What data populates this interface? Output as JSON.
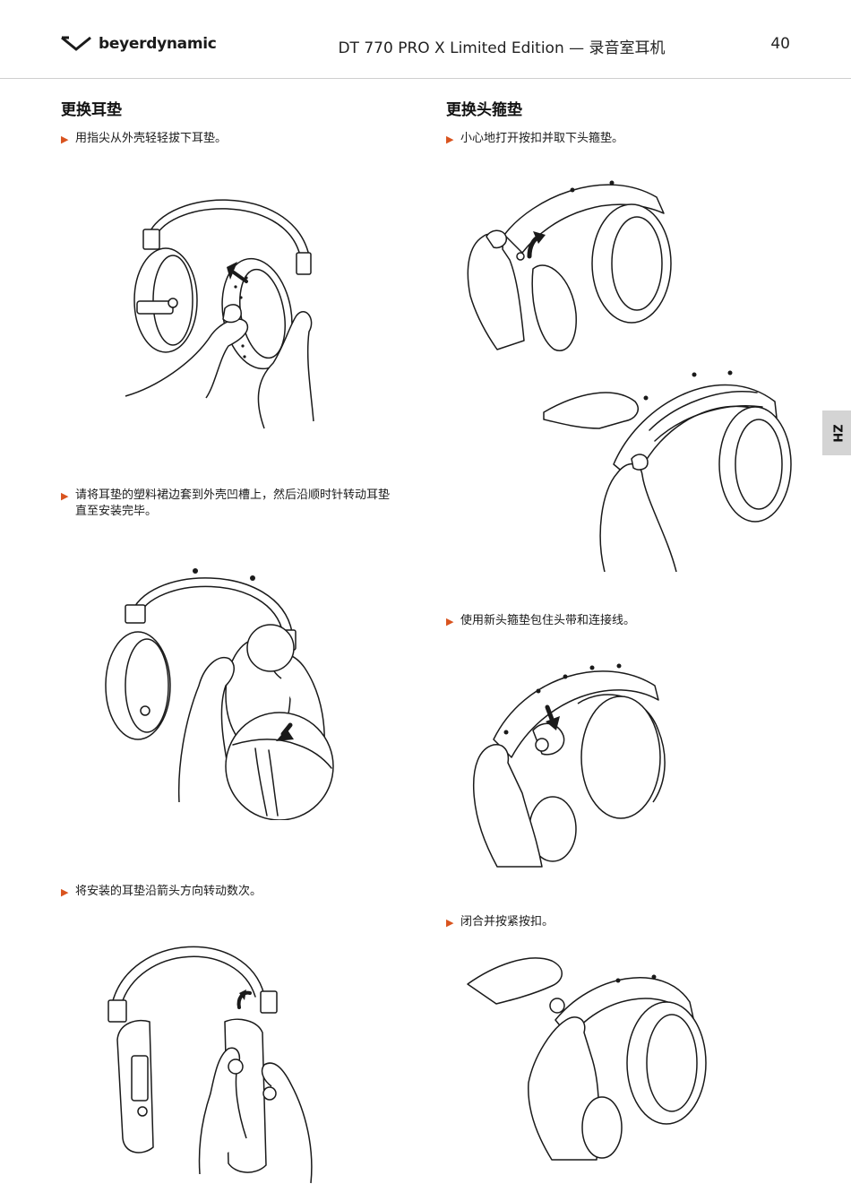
{
  "header": {
    "brand": "beyerdynamic",
    "doc_title": "DT 770 PRO X Limited Edition — 录音室耳机",
    "page_number": "40"
  },
  "lang_tab": "ZH",
  "left": {
    "heading": "更换耳垫",
    "steps": [
      "用指尖从外壳轻轻拔下耳垫。",
      "请将耳垫的塑料裙边套到外壳凹槽上，然后沿顺时针转动耳垫直至安装完毕。",
      "将安装的耳垫沿箭头方向转动数次。"
    ]
  },
  "right": {
    "heading": "更换头箍垫",
    "steps": [
      "小心地打开按扣并取下头箍垫。",
      "使用新头箍垫包住头带和连接线。",
      "闭合并按紧按扣。"
    ]
  },
  "icons": {
    "logo": "beyerdynamic-logo-icon",
    "bullet": "orange-triangle-bullet-icon",
    "arrow": "direction-arrow-icon"
  },
  "colors": {
    "accent": "#d9531e",
    "text": "#1a1a1a",
    "rule": "#cfcfcf",
    "tab": "#d4d4d4"
  }
}
